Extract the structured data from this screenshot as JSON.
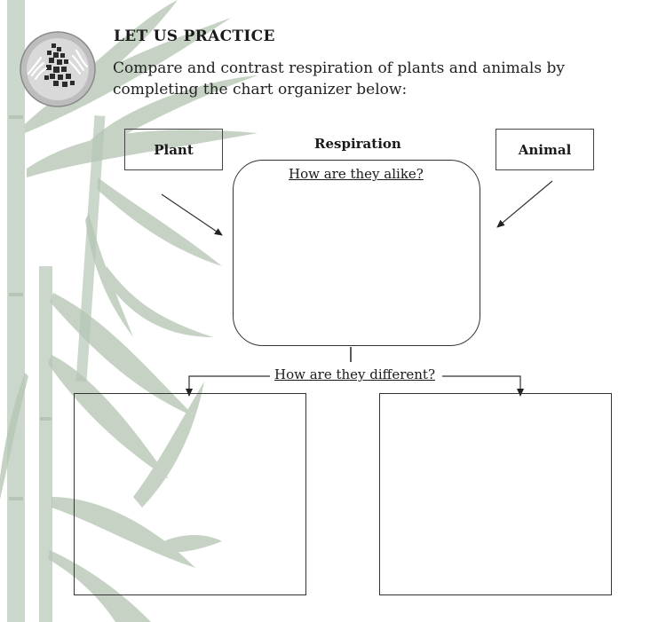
{
  "header": {
    "title": "LET US PRACTICE",
    "instruction": "Compare and contrast respiration of plants and animals by completing the chart organizer below:"
  },
  "organizer": {
    "plant_label": "Plant",
    "animal_label": "Animal",
    "center_label": "Respiration",
    "alike_prompt": "How are they alike?",
    "different_prompt": "How are they different?"
  },
  "icons": {
    "logo": "hands-puzzle-logo-icon",
    "background": "bamboo-background"
  },
  "colors": {
    "bamboo": "#b9c9b8",
    "line": "#333333"
  }
}
